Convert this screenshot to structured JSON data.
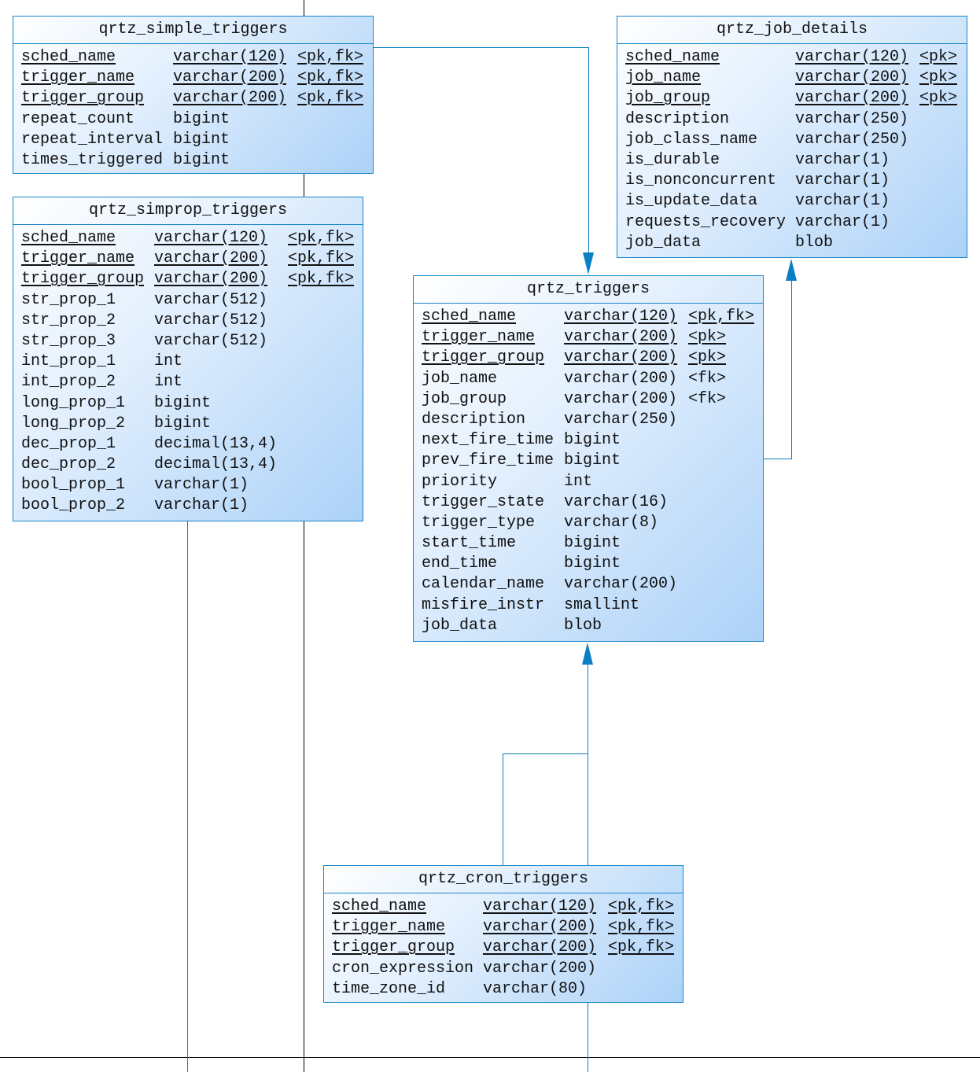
{
  "colors": {
    "border": "#1a86c8",
    "connector": "#0a7fc4",
    "gradient_end": "#acd2f8"
  },
  "tables": [
    {
      "name": "qrtz_job_details",
      "columns": [
        [
          "sched_name",
          "varchar(120)",
          "<pk>",
          true
        ],
        [
          "job_name",
          "varchar(200)",
          "<pk>",
          true
        ],
        [
          "job_group",
          "varchar(200)",
          "<pk>",
          true
        ],
        [
          "description",
          "varchar(250)",
          "",
          false
        ],
        [
          "job_class_name",
          "varchar(250)",
          "",
          false
        ],
        [
          "is_durable",
          "varchar(1)",
          "",
          false
        ],
        [
          "is_nonconcurrent",
          "varchar(1)",
          "",
          false
        ],
        [
          "is_update_data",
          "varchar(1)",
          "",
          false
        ],
        [
          "requests_recovery",
          "varchar(1)",
          "",
          false
        ],
        [
          "job_data",
          "blob",
          "",
          false
        ]
      ]
    },
    {
      "name": "qrtz_simple_triggers",
      "columns": [
        [
          "sched_name",
          "varchar(120)",
          "<pk,fk>",
          true
        ],
        [
          "trigger_name",
          "varchar(200)",
          "<pk,fk>",
          true
        ],
        [
          "trigger_group",
          "varchar(200)",
          "<pk,fk>",
          true
        ],
        [
          "repeat_count",
          "bigint",
          "",
          false
        ],
        [
          "repeat_interval",
          "bigint",
          "",
          false
        ],
        [
          "times_triggered",
          "bigint",
          "",
          false
        ]
      ]
    },
    {
      "name": "qrtz_triggers",
      "columns": [
        [
          "sched_name",
          "varchar(120)",
          "<pk,fk>",
          true
        ],
        [
          "trigger_name",
          "varchar(200)",
          "<pk>",
          true
        ],
        [
          "trigger_group",
          "varchar(200)",
          "<pk>",
          true
        ],
        [
          "job_name",
          "varchar(200)",
          "<fk>",
          false
        ],
        [
          "job_group",
          "varchar(200)",
          "<fk>",
          false
        ],
        [
          "description",
          "varchar(250)",
          "",
          false
        ],
        [
          "next_fire_time",
          "bigint",
          "",
          false
        ],
        [
          "prev_fire_time",
          "bigint",
          "",
          false
        ],
        [
          "priority",
          "int",
          "",
          false
        ],
        [
          "trigger_state",
          "varchar(16)",
          "",
          false
        ],
        [
          "trigger_type",
          "varchar(8)",
          "",
          false
        ],
        [
          "start_time",
          "bigint",
          "",
          false
        ],
        [
          "end_time",
          "bigint",
          "",
          false
        ],
        [
          "calendar_name",
          "varchar(200)",
          "",
          false
        ],
        [
          "misfire_instr",
          "smallint",
          "",
          false
        ],
        [
          "job_data",
          "blob",
          "",
          false
        ]
      ]
    },
    {
      "name": "qrtz_simprop_triggers",
      "columns": [
        [
          "sched_name",
          "varchar(120)",
          "<pk,fk>",
          true
        ],
        [
          "trigger_name",
          "varchar(200)",
          "<pk,fk>",
          true
        ],
        [
          "trigger_group",
          "varchar(200)",
          "<pk,fk>",
          true
        ],
        [
          "str_prop_1",
          "varchar(512)",
          "",
          false
        ],
        [
          "str_prop_2",
          "varchar(512)",
          "",
          false
        ],
        [
          "str_prop_3",
          "varchar(512)",
          "",
          false
        ],
        [
          "int_prop_1",
          "int",
          "",
          false
        ],
        [
          "int_prop_2",
          "int",
          "",
          false
        ],
        [
          "long_prop_1",
          "bigint",
          "",
          false
        ],
        [
          "long_prop_2",
          "bigint",
          "",
          false
        ],
        [
          "dec_prop_1",
          "decimal(13,4)",
          "",
          false
        ],
        [
          "dec_prop_2",
          "decimal(13,4)",
          "",
          false
        ],
        [
          "bool_prop_1",
          "varchar(1)",
          "",
          false
        ],
        [
          "bool_prop_2",
          "varchar(1)",
          "",
          false
        ]
      ]
    },
    {
      "name": "qrtz_cron_triggers",
      "columns": [
        [
          "sched_name",
          "varchar(120)",
          "<pk,fk>",
          true
        ],
        [
          "trigger_name",
          "varchar(200)",
          "<pk,fk>",
          true
        ],
        [
          "trigger_group",
          "varchar(200)",
          "<pk,fk>",
          true
        ],
        [
          "cron_expression",
          "varchar(200)",
          "",
          false
        ],
        [
          "time_zone_id",
          "varchar(80)",
          "",
          false
        ]
      ]
    }
  ]
}
